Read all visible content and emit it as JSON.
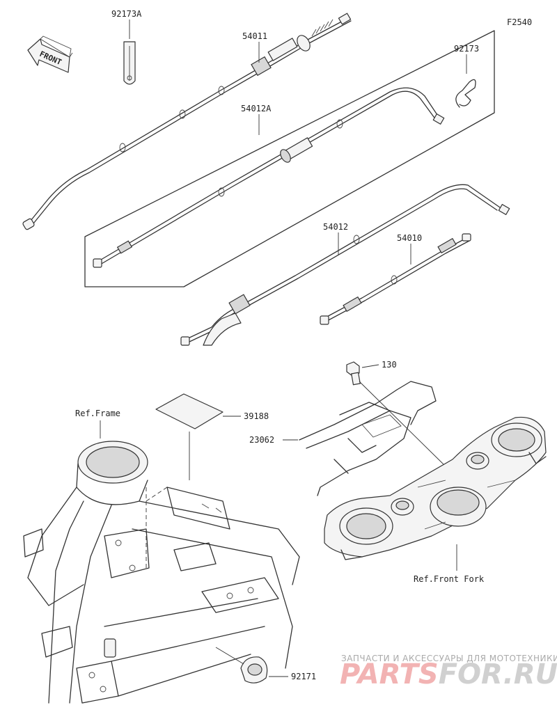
{
  "figure_code": "F2540",
  "front_label": "FRONT",
  "parts": {
    "p92173A": "92173A",
    "p54011": "54011",
    "p92173": "92173",
    "p54012A": "54012A",
    "p54012": "54012",
    "p54010": "54010",
    "p130": "130",
    "p39188": "39188",
    "p23062": "23062",
    "p92171": "92171"
  },
  "refs": {
    "frame": "Ref.Frame",
    "front_fork": "Ref.Front Fork"
  },
  "watermark": {
    "tagline": "ЗАПЧАСТИ И АКСЕССУАРЫ ДЛЯ МОТОТЕХНИКИ",
    "brand_left": "PARTS",
    "brand_right": "FOR.RU"
  },
  "colors": {
    "line": "#333333",
    "watermark_red": "#f2b3b3",
    "watermark_gray": "#d0d0d0"
  }
}
